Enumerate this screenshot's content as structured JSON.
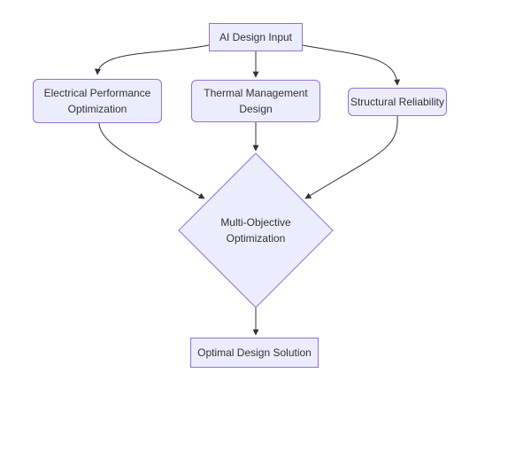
{
  "diagram": {
    "type": "flowchart",
    "direction": "top-down",
    "colors": {
      "node_fill": "#ECECFF",
      "node_border": "#9370DB",
      "edge_color": "#333333",
      "text_color": "#333333",
      "background": "#ffffff"
    },
    "nodes": {
      "ai_input": {
        "id": "ai-design-input",
        "shape": "rect",
        "lines": [
          "AI Design Input"
        ]
      },
      "electrical": {
        "id": "electrical-performance-optimization",
        "shape": "rounded",
        "lines": [
          "Electrical Performance",
          "Optimization"
        ]
      },
      "thermal": {
        "id": "thermal-management-design",
        "shape": "rounded",
        "lines": [
          "Thermal Management",
          "Design"
        ]
      },
      "structural": {
        "id": "structural-reliability",
        "shape": "rounded",
        "lines": [
          "Structural Reliability"
        ]
      },
      "decision": {
        "id": "multi-objective-optimization",
        "shape": "diamond",
        "lines": [
          "Multi-Objective",
          "Optimization"
        ]
      },
      "optimal": {
        "id": "optimal-design-solution",
        "shape": "rect",
        "lines": [
          "Optimal Design Solution"
        ]
      }
    },
    "edges": [
      {
        "from": "ai-design-input",
        "to": "electrical-performance-optimization",
        "arrow": "filled-triangle"
      },
      {
        "from": "ai-design-input",
        "to": "thermal-management-design",
        "arrow": "filled-triangle"
      },
      {
        "from": "ai-design-input",
        "to": "structural-reliability",
        "arrow": "filled-triangle"
      },
      {
        "from": "electrical-performance-optimization",
        "to": "multi-objective-optimization",
        "arrow": "filled-triangle"
      },
      {
        "from": "thermal-management-design",
        "to": "multi-objective-optimization",
        "arrow": "filled-triangle"
      },
      {
        "from": "structural-reliability",
        "to": "multi-objective-optimization",
        "arrow": "filled-triangle"
      },
      {
        "from": "multi-objective-optimization",
        "to": "optimal-design-solution",
        "arrow": "filled-triangle"
      }
    ]
  }
}
